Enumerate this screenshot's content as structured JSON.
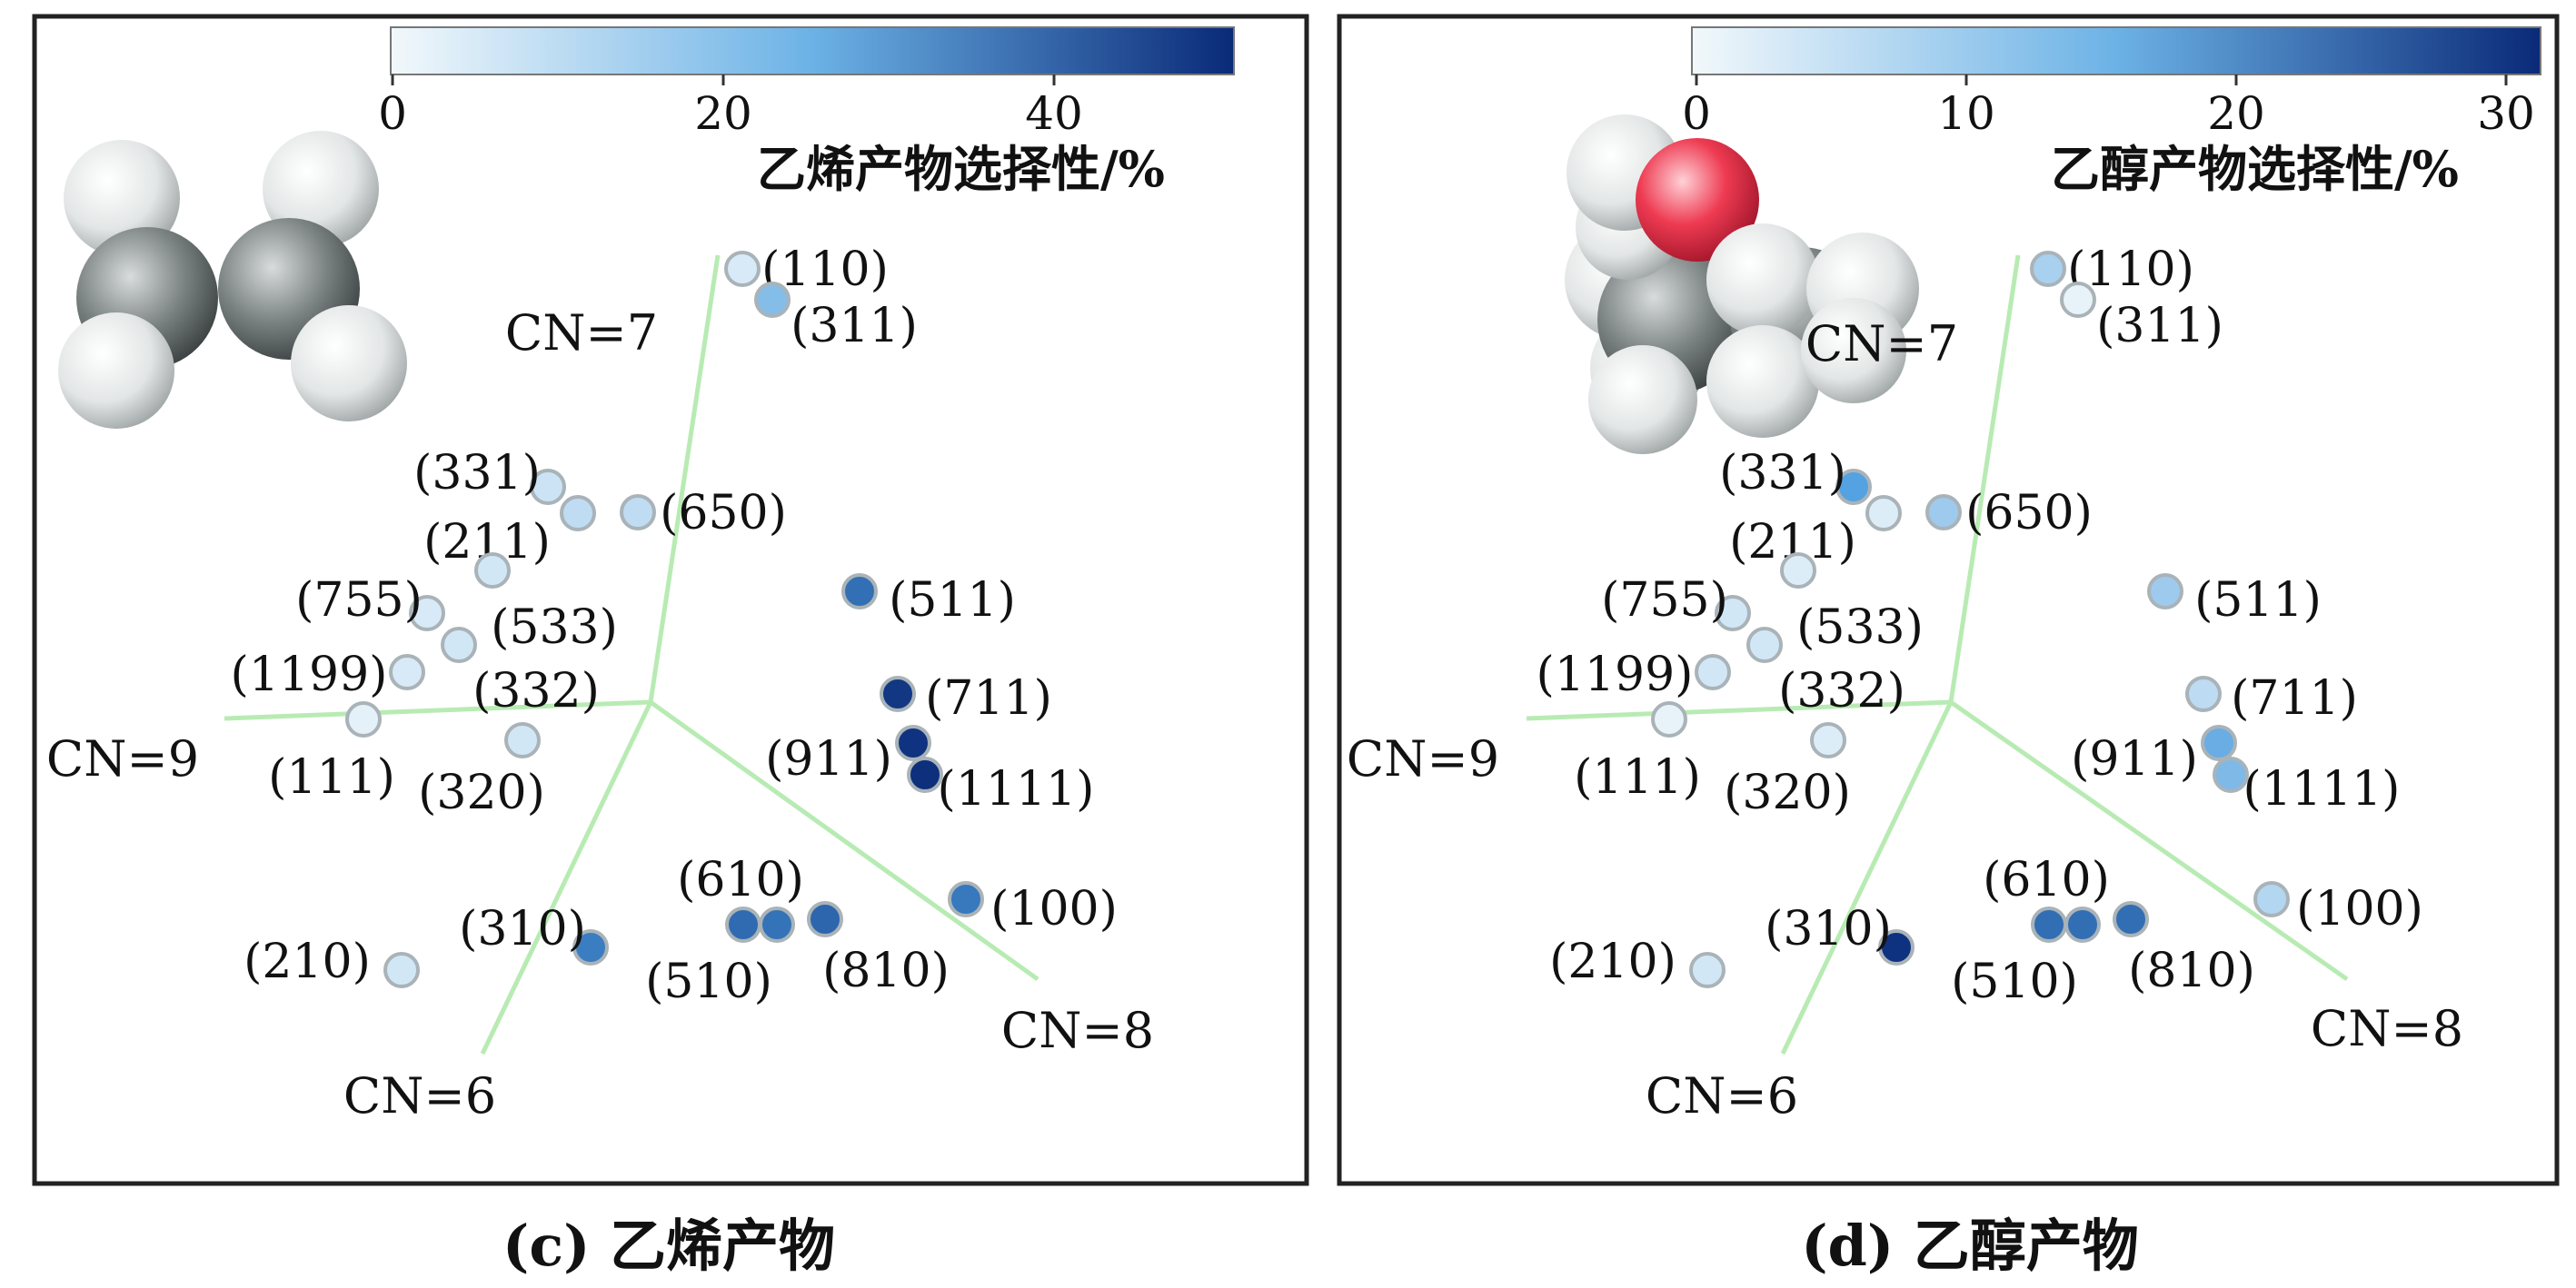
{
  "panels": [
    {
      "caption": "(c) 乙烯产物",
      "colorbar": {
        "label": "乙烯产物选择性/%",
        "ticks": [
          "0",
          "20",
          "40"
        ],
        "min": 0,
        "max": 51,
        "low_color": "#f2f8fb",
        "mid_color": "#4f9fe0",
        "high_color": "#0a2a78"
      },
      "axis_labels": [
        "CN=7",
        "CN=8",
        "CN=6",
        "CN=9"
      ],
      "molecule": "ethylene-molecule-icon",
      "chart_data": {
        "type": "scatter",
        "title": "",
        "points": [
          {
            "label": "(110)",
            "value": 4
          },
          {
            "label": "(311)",
            "value": 17
          },
          {
            "label": "(331)",
            "value": 6
          },
          {
            "label": "(211)",
            "value": 8
          },
          {
            "label": "(650)",
            "value": 8
          },
          {
            "label": "(755)",
            "value": 4
          },
          {
            "label": "(533)",
            "value": 5
          },
          {
            "label": "(1199)",
            "value": 4
          },
          {
            "label": "(332)",
            "value": 5
          },
          {
            "label": "(111)",
            "value": 2
          },
          {
            "label": "(320)",
            "value": 5
          },
          {
            "label": "(511)",
            "value": 36
          },
          {
            "label": "(711)",
            "value": 48
          },
          {
            "label": "(911)",
            "value": 49
          },
          {
            "label": "(1111)",
            "value": 50
          },
          {
            "label": "(610)",
            "value": 37
          },
          {
            "label": "(510)",
            "value": 35
          },
          {
            "label": "(810)",
            "value": 38
          },
          {
            "label": "(100)",
            "value": 34
          },
          {
            "label": "(310)",
            "value": 33
          },
          {
            "label": "(210)",
            "value": 5
          }
        ]
      }
    },
    {
      "caption": "(d) 乙醇产物",
      "colorbar": {
        "label": "乙醇产物选择性/%",
        "ticks": [
          "0",
          "10",
          "20",
          "30"
        ],
        "min": 0,
        "max": 31,
        "low_color": "#f2f8fb",
        "mid_color": "#4f9fe0",
        "high_color": "#0a2a78"
      },
      "axis_labels": [
        "CN=7",
        "CN=8",
        "CN=6",
        "CN=9"
      ],
      "molecule": "ethanol-molecule-icon",
      "chart_data": {
        "type": "scatter",
        "title": "",
        "points": [
          {
            "label": "(110)",
            "value": 7
          },
          {
            "label": "(311)",
            "value": 1
          },
          {
            "label": "(331)",
            "value": 15
          },
          {
            "label": "(211)",
            "value": 2
          },
          {
            "label": "(650)",
            "value": 8
          },
          {
            "label": "(755)",
            "value": 3
          },
          {
            "label": "(533)",
            "value": 3
          },
          {
            "label": "(1199)",
            "value": 3
          },
          {
            "label": "(332)",
            "value": 2
          },
          {
            "label": "(111)",
            "value": 1
          },
          {
            "label": "(320)",
            "value": 2
          },
          {
            "label": "(511)",
            "value": 8
          },
          {
            "label": "(711)",
            "value": 5
          },
          {
            "label": "(911)",
            "value": 13
          },
          {
            "label": "(1111)",
            "value": 11
          },
          {
            "label": "(610)",
            "value": 22
          },
          {
            "label": "(510)",
            "value": 22
          },
          {
            "label": "(810)",
            "value": 22
          },
          {
            "label": "(100)",
            "value": 6
          },
          {
            "label": "(310)",
            "value": 30
          },
          {
            "label": "(210)",
            "value": 3
          }
        ]
      }
    }
  ]
}
